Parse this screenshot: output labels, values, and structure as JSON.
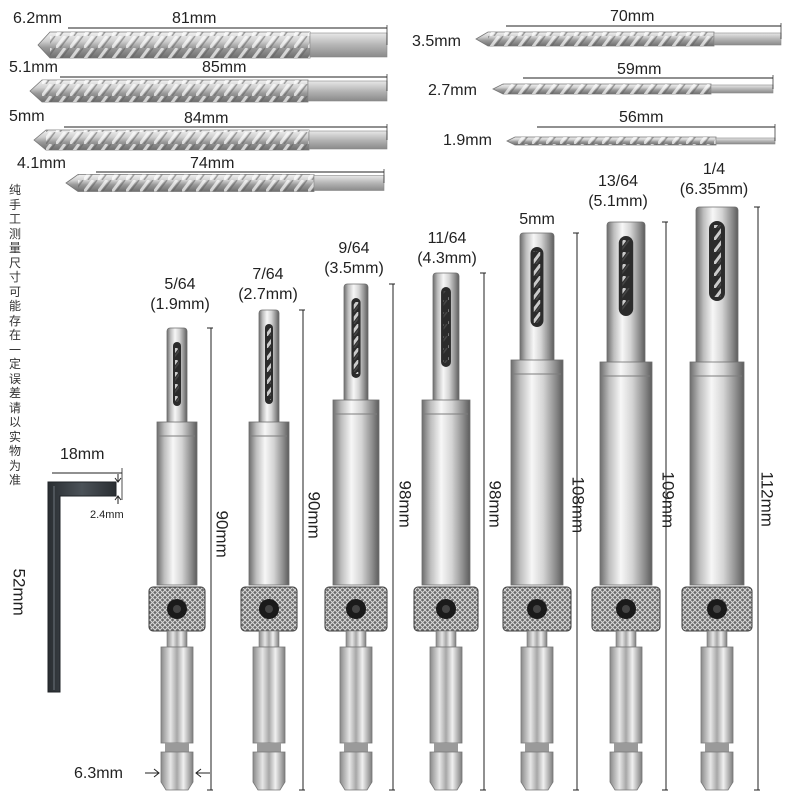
{
  "drill_bits": [
    {
      "diameter": "6.2mm",
      "length": "81mm"
    },
    {
      "diameter": "5.1mm",
      "length": "85mm"
    },
    {
      "diameter": "5mm",
      "length": "84mm"
    },
    {
      "diameter": "4.1mm",
      "length": "74mm"
    },
    {
      "diameter": "3.5mm",
      "length": "70mm"
    },
    {
      "diameter": "2.7mm",
      "length": "59mm"
    },
    {
      "diameter": "1.9mm",
      "length": "56mm"
    }
  ],
  "side_note": "纯手工测量尺寸可能存在一定误差请以实物为准",
  "hex_key": {
    "width": "18mm",
    "thickness": "2.4mm",
    "height": "52mm"
  },
  "hex_shank": "6.3mm",
  "centering_bits": [
    {
      "size_line1": "5/64",
      "size_line2": "(1.9mm)",
      "length": "90mm"
    },
    {
      "size_line1": "7/64",
      "size_line2": "(2.7mm)",
      "length": "90mm"
    },
    {
      "size_line1": "9/64",
      "size_line2": "(3.5mm)",
      "length": "98mm"
    },
    {
      "size_line1": "11/64",
      "size_line2": "(4.3mm)",
      "length": "98mm"
    },
    {
      "size_line1": "5mm",
      "size_line2": "",
      "length": "108mm"
    },
    {
      "size_line1": "13/64",
      "size_line2": "(5.1mm)",
      "length": "109mm"
    },
    {
      "size_line1": "1/4",
      "size_line2": "(6.35mm)",
      "length": "112mm"
    }
  ],
  "colors": {
    "metal_light": "#eeeeee",
    "metal_dark": "#7a7a7a",
    "knurl": "#5a5a5a",
    "hex_key": "#3a3f44"
  }
}
